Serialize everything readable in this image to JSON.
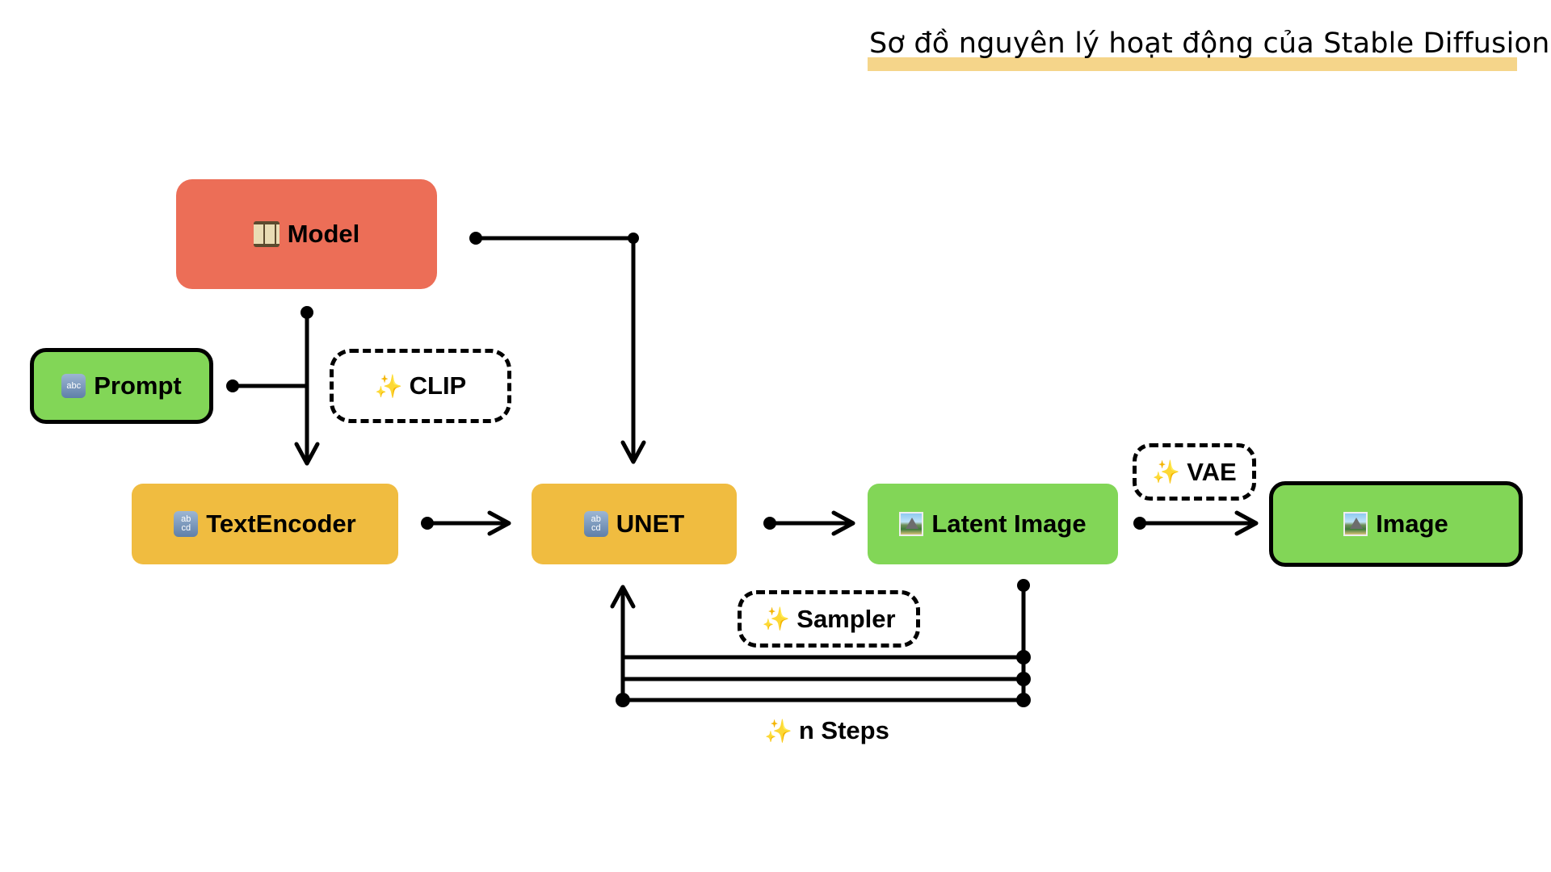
{
  "title": "Sơ đồ nguyên lý hoạt động của Stable Diffusion",
  "colors": {
    "model": "#EC6E57",
    "encoder": "#F0BC40",
    "image": "#82D657",
    "title_highlight": "#F5D58A",
    "line": "#000000"
  },
  "nodes": {
    "model": {
      "label": "Model",
      "icon": "film-frames-icon"
    },
    "prompt": {
      "label": "Prompt",
      "icon": "abc-icon"
    },
    "text_encoder": {
      "label": "TextEncoder",
      "icon": "abcd-icon"
    },
    "unet": {
      "label": "UNET",
      "icon": "abcd-icon"
    },
    "latent_image": {
      "label": "Latent Image",
      "icon": "picture-icon"
    },
    "image": {
      "label": "Image",
      "icon": "picture-icon"
    }
  },
  "annotations": {
    "clip": {
      "label": "CLIP",
      "icon": "sparkles-icon"
    },
    "vae": {
      "label": "VAE",
      "icon": "sparkles-icon"
    },
    "sampler": {
      "label": "Sampler",
      "icon": "sparkles-icon"
    },
    "n_steps": {
      "label": "n Steps",
      "icon": "sparkles-icon"
    }
  },
  "icons": {
    "sparkles": "✨",
    "abc": "abc",
    "abcd_top": "ab",
    "abcd_bottom": "cd"
  },
  "edges": [
    {
      "from": "model",
      "to": "unet"
    },
    {
      "from": "model",
      "to": "text_encoder"
    },
    {
      "from": "prompt",
      "to": "text_encoder",
      "via": "clip"
    },
    {
      "from": "text_encoder",
      "to": "unet"
    },
    {
      "from": "unet",
      "to": "latent_image"
    },
    {
      "from": "latent_image",
      "to": "image",
      "via": "vae"
    },
    {
      "from": "latent_image",
      "to": "unet",
      "via": "sampler",
      "repeat": "n_steps"
    }
  ]
}
